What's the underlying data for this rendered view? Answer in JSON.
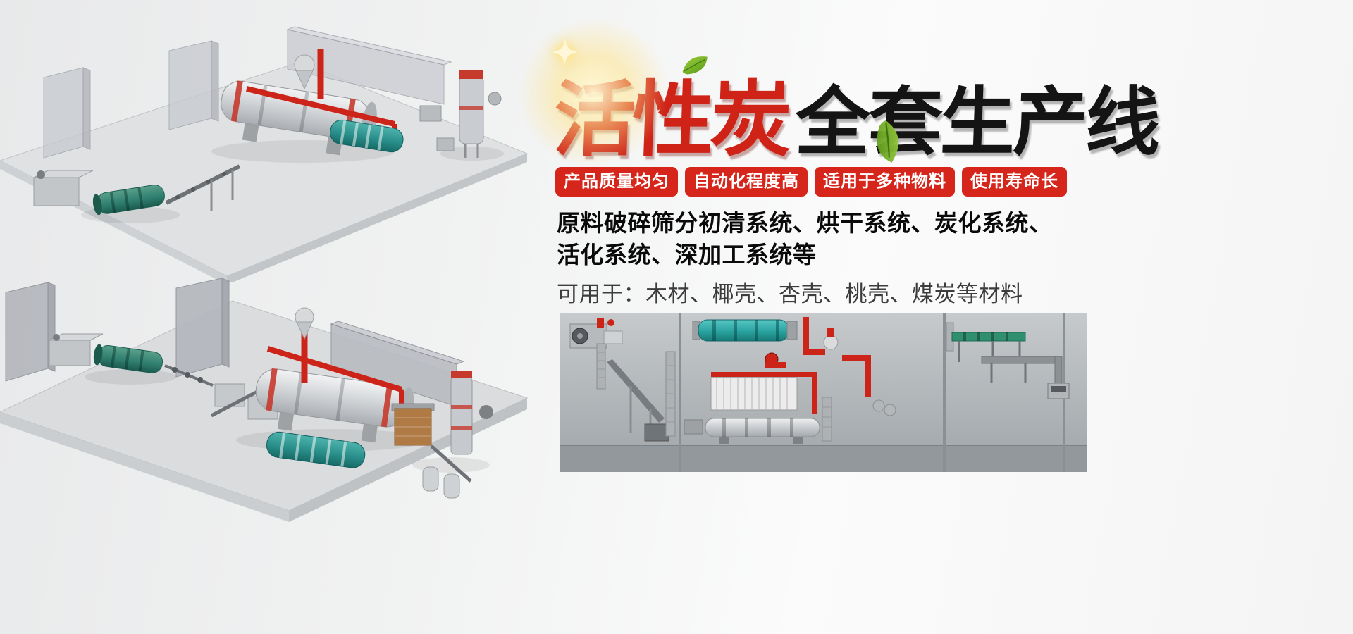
{
  "title": {
    "highlight": "活性炭",
    "rest": "全套生产线"
  },
  "badges": [
    {
      "label": "产品质量均匀"
    },
    {
      "label": "自动化程度高"
    },
    {
      "label": "适用于多种物料"
    },
    {
      "label": "使用寿命长"
    }
  ],
  "description": {
    "line1": "原料破碎筛分初清系统、烘干系统、炭化系统、",
    "line2": "活化系统、深加工系统等",
    "line3": "可用于：木材、椰壳、杏壳、桃壳、煤炭等材料"
  },
  "icons": {
    "sparkle": "✦"
  },
  "colors": {
    "badge_red": "#d6251b",
    "title_red": "#cf2318",
    "title_black": "#141414",
    "leaf_green": "#6fae2a",
    "panel_gray": "#aab0b4",
    "pipe_red": "#c63a2e",
    "drum_teal": "#2a8f8b"
  }
}
